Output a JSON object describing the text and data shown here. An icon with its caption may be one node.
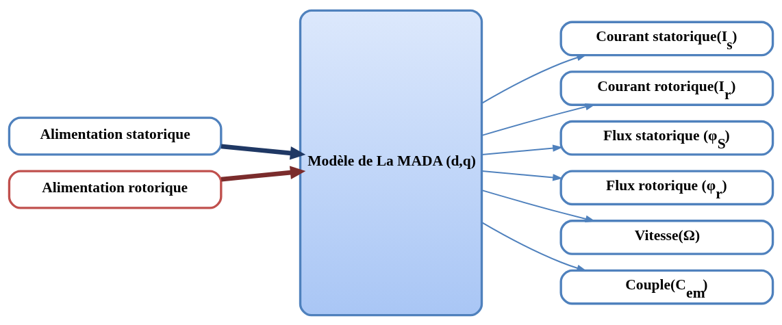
{
  "diagram": {
    "nodes": [
      {
        "text": [
          "Alimentation statorique"
        ]
      },
      {
        "text": [
          "Alimentation rotorique"
        ]
      },
      {
        "text": [
          "Modèle de La MADA (d,q)"
        ]
      },
      {
        "text": [
          "Courant statorique(I$_{s}$)"
        ]
      },
      {
        "text": [
          "Courant rotorique(I$_{r}$)"
        ]
      },
      {
        "text": [
          "Flux statorique (φ$_{S}$)"
        ]
      },
      {
        "text": [
          "Flux rotorique (φ$_{r}$)"
        ]
      },
      {
        "text": [
          "Vitesse(Ω)"
        ]
      },
      {
        "text": [
          "Couple(C$_{em}$)"
        ]
      }
    ],
    "edges": [
      {
        "from": 0,
        "to": 2,
        "arrow": "to",
        "style": "thick",
        "color": "#1f3864"
      },
      {
        "from": 1,
        "to": 2,
        "arrow": "to",
        "style": "thick",
        "color": "#7b2c2c"
      },
      {
        "from": 2,
        "to": 3,
        "arrow": "to"
      },
      {
        "from": 2,
        "to": 4,
        "arrow": "to"
      },
      {
        "from": 2,
        "to": 5,
        "arrow": "to"
      },
      {
        "from": 2,
        "to": 6,
        "arrow": "to"
      },
      {
        "from": 2,
        "to": 7,
        "arrow": "to"
      },
      {
        "from": 2,
        "to": 8,
        "arrow": "to"
      }
    ]
  }
}
